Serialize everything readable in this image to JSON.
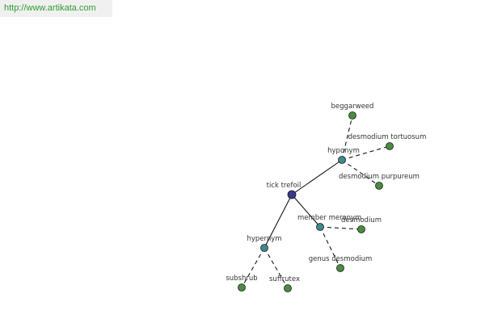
{
  "watermark": {
    "url": "http://www.artikata.com"
  },
  "colors": {
    "root": "#3a3a8c",
    "relation": "#3f8a8a",
    "leaf": "#4a8c3f",
    "edge": "#000000"
  },
  "graph": {
    "nodes": [
      {
        "id": "tick-trefoil",
        "label": "tick trefoil",
        "kind": "root"
      },
      {
        "id": "hyponym",
        "label": "hyponym",
        "kind": "relation"
      },
      {
        "id": "member-meronym",
        "label": "member meronym",
        "kind": "relation"
      },
      {
        "id": "hypernym",
        "label": "hypernym",
        "kind": "relation"
      },
      {
        "id": "beggarweed",
        "label": "beggarweed",
        "kind": "leaf"
      },
      {
        "id": "desmodium-tortuosum",
        "label": "desmodium tortuosum",
        "kind": "leaf"
      },
      {
        "id": "desmodium-purpureum",
        "label": "desmodium purpureum",
        "kind": "leaf"
      },
      {
        "id": "desmodium",
        "label": "desmodium",
        "kind": "leaf"
      },
      {
        "id": "genus-desmodium",
        "label": "genus desmodium",
        "kind": "leaf"
      },
      {
        "id": "subshrub",
        "label": "subshrub",
        "kind": "leaf"
      },
      {
        "id": "suffrutex",
        "label": "suffrutex",
        "kind": "leaf"
      }
    ],
    "edges": [
      {
        "from": "tick-trefoil",
        "to": "hyponym",
        "style": "solid"
      },
      {
        "from": "tick-trefoil",
        "to": "member-meronym",
        "style": "solid"
      },
      {
        "from": "tick-trefoil",
        "to": "hypernym",
        "style": "solid"
      },
      {
        "from": "hyponym",
        "to": "beggarweed",
        "style": "dashed"
      },
      {
        "from": "hyponym",
        "to": "desmodium-tortuosum",
        "style": "dashed"
      },
      {
        "from": "hyponym",
        "to": "desmodium-purpureum",
        "style": "dashed"
      },
      {
        "from": "member-meronym",
        "to": "desmodium",
        "style": "dashed"
      },
      {
        "from": "member-meronym",
        "to": "genus-desmodium",
        "style": "dashed"
      },
      {
        "from": "hypernym",
        "to": "subshrub",
        "style": "dashed"
      },
      {
        "from": "hypernym",
        "to": "suffrutex",
        "style": "dashed"
      }
    ]
  }
}
